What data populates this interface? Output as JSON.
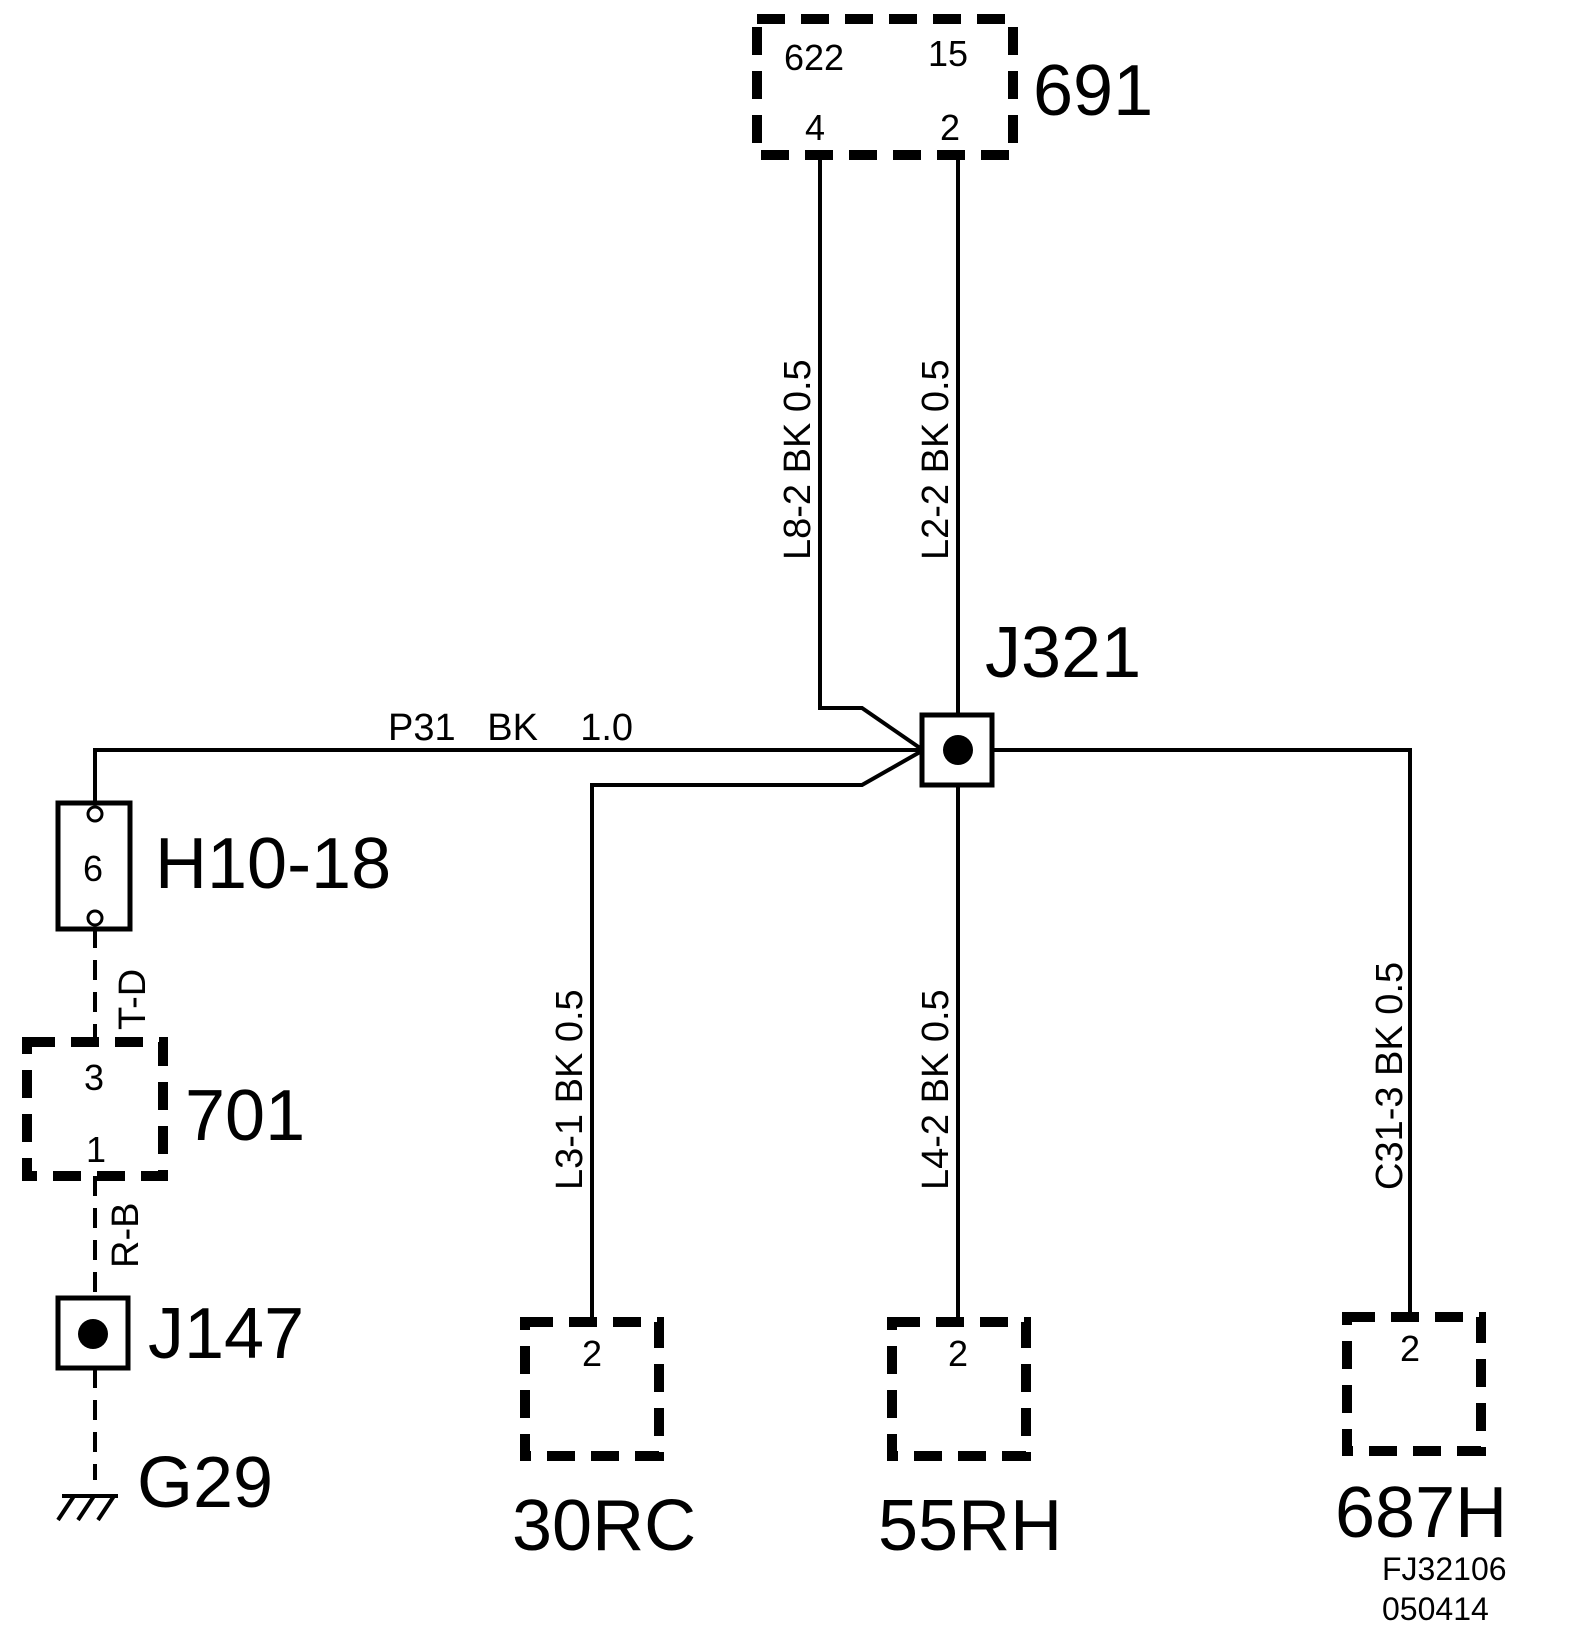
{
  "connectors": {
    "c691": {
      "name": "691",
      "pins": {
        "top_left": "622",
        "top_right": "15",
        "bottom_left": "4",
        "bottom_right": "2"
      }
    },
    "c701": {
      "name": "701",
      "pins": {
        "top": "3",
        "bottom": "1"
      }
    },
    "c30rc": {
      "name": "30RC",
      "pin": "2"
    },
    "c55rh": {
      "name": "55RH",
      "pin": "2"
    },
    "c687h": {
      "name": "687H",
      "pin": "2"
    }
  },
  "splices": {
    "j321": {
      "name": "J321"
    },
    "j147": {
      "name": "J147"
    }
  },
  "inline_connector": {
    "name": "H10-18",
    "pin": "6"
  },
  "ground": {
    "name": "G29"
  },
  "wires": {
    "l8_2": "L8-2   BK  0.5",
    "l2_2": "L2-2   BK  0.5",
    "p31": "P31   BK    1.0",
    "l3_1": "L3-1  BK  0.5",
    "l4_2": "L4-2  BK  0.5",
    "c31_3": "C31-3  BK  0.5",
    "t_d": "T-D",
    "r_b": "R-B"
  },
  "footer": {
    "figure_id": "FJ32106",
    "date_code": "050414"
  }
}
